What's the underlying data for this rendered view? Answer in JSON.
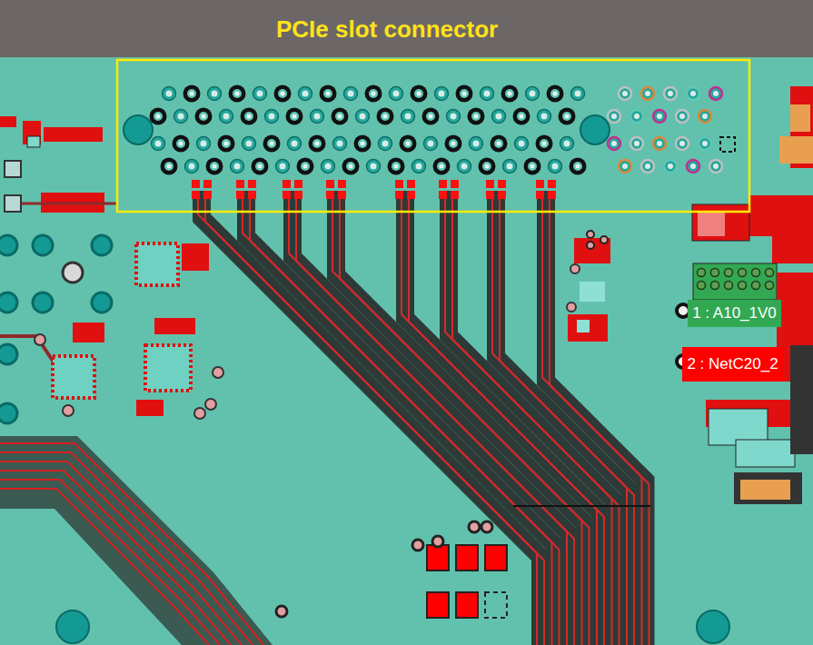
{
  "diagram": {
    "title": "PCIe slot connector",
    "nodes": [
      {
        "text": [
          "1 : A10_1V0"
        ]
      },
      {
        "text": [
          "2 : NetC20_2"
        ]
      }
    ]
  }
}
